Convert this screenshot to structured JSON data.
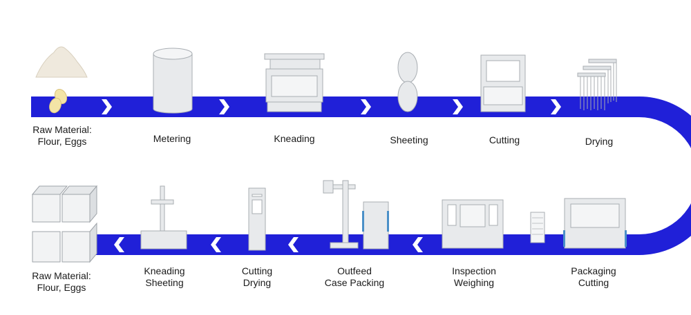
{
  "colors": {
    "belt": "#2020d8",
    "chevron": "#ffffff",
    "machine_fill": "#e8eaec",
    "machine_stroke": "#a8adb2",
    "accent": "#4a90c8"
  },
  "stations_top": [
    {
      "id": "raw-top",
      "lines": [
        "Raw Material:",
        "Flour, Eggs"
      ],
      "icon": "flour-eggs-icon"
    },
    {
      "id": "metering",
      "lines": [
        "Metering"
      ],
      "icon": "hopper-icon"
    },
    {
      "id": "kneading",
      "lines": [
        "Kneading"
      ],
      "icon": "kneading-machine-icon"
    },
    {
      "id": "sheeting",
      "lines": [
        "Sheeting"
      ],
      "icon": "rollers-icon"
    },
    {
      "id": "cutting",
      "lines": [
        "Cutting"
      ],
      "icon": "cutter-icon"
    },
    {
      "id": "drying",
      "lines": [
        "Drying"
      ],
      "icon": "drying-rack-icon"
    }
  ],
  "stations_bottom": [
    {
      "id": "raw-bottom",
      "lines": [
        "Raw Material:",
        "Flour, Eggs"
      ],
      "icon": "boxes-icon"
    },
    {
      "id": "kneading-sheeting",
      "lines": [
        "Kneading",
        "Sheeting"
      ],
      "icon": "press-icon"
    },
    {
      "id": "cutting-drying",
      "lines": [
        "Cutting",
        "Drying"
      ],
      "icon": "tower-icon"
    },
    {
      "id": "outfeed-case",
      "lines": [
        "Outfeed",
        "Case Packing"
      ],
      "icon": "robot-arm-icon"
    },
    {
      "id": "inspection-weighing",
      "lines": [
        "Inspection",
        "Weighing"
      ],
      "icon": "inspection-machine-icon"
    },
    {
      "id": "packaging-cutting",
      "lines": [
        "Packaging",
        "Cutting"
      ],
      "icon": "packaging-machine-icon"
    }
  ]
}
